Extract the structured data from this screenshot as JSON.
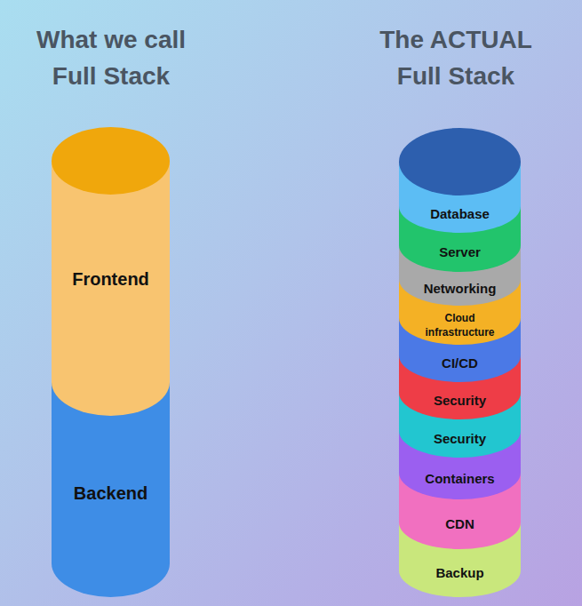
{
  "diagram": {
    "nodes": [
      {
        "text": [
          "Frontend"
        ]
      },
      {
        "text": [
          "Backend"
        ]
      },
      {
        "text": [
          "Database"
        ]
      },
      {
        "text": [
          "Server"
        ]
      },
      {
        "text": [
          "Networking"
        ]
      },
      {
        "text": [
          "Cloud infrastructure"
        ]
      },
      {
        "text": [
          "CI/CD"
        ]
      },
      {
        "text": [
          "Security"
        ]
      },
      {
        "text": [
          "Security"
        ]
      },
      {
        "text": [
          "Containers"
        ]
      },
      {
        "text": [
          "CDN"
        ]
      },
      {
        "text": [
          "Backup"
        ]
      }
    ],
    "labels": [
      "What we call Full Stack",
      "The ACTUAL Full Stack"
    ]
  }
}
